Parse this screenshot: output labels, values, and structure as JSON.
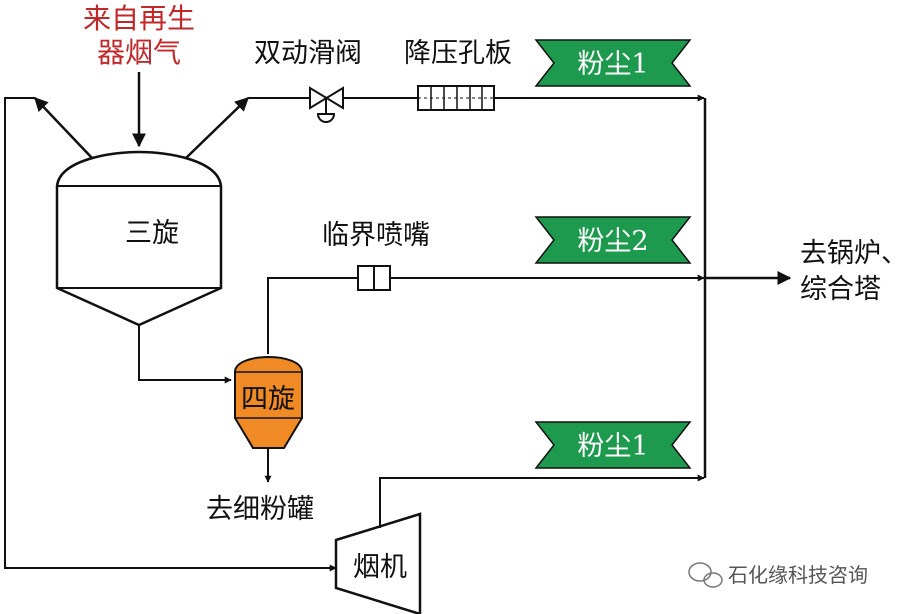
{
  "source_label": {
    "line1": "来自再生",
    "line2": "器烟气"
  },
  "valves": {
    "slide_valve": "双动滑阀",
    "orifice_plate": "降压孔板",
    "critical_nozzle": "临界喷嘴"
  },
  "vessels": {
    "third_cyclone": "三旋",
    "fourth_cyclone": "四旋",
    "expander": "烟机"
  },
  "dust_flags": {
    "top": "粉尘1",
    "middle": "粉尘2",
    "bottom": "粉尘1"
  },
  "outlets": {
    "fine_powder": "去细粉罐",
    "boiler_line1": "去锅炉、",
    "boiler_line2": "综合塔"
  },
  "watermark": "石化缘科技咨询",
  "colors": {
    "source_text": "#c0282a",
    "flag_fill": "#1e9a4e",
    "fourth_cyclone_fill": "#f08a24",
    "line": "#111111"
  }
}
